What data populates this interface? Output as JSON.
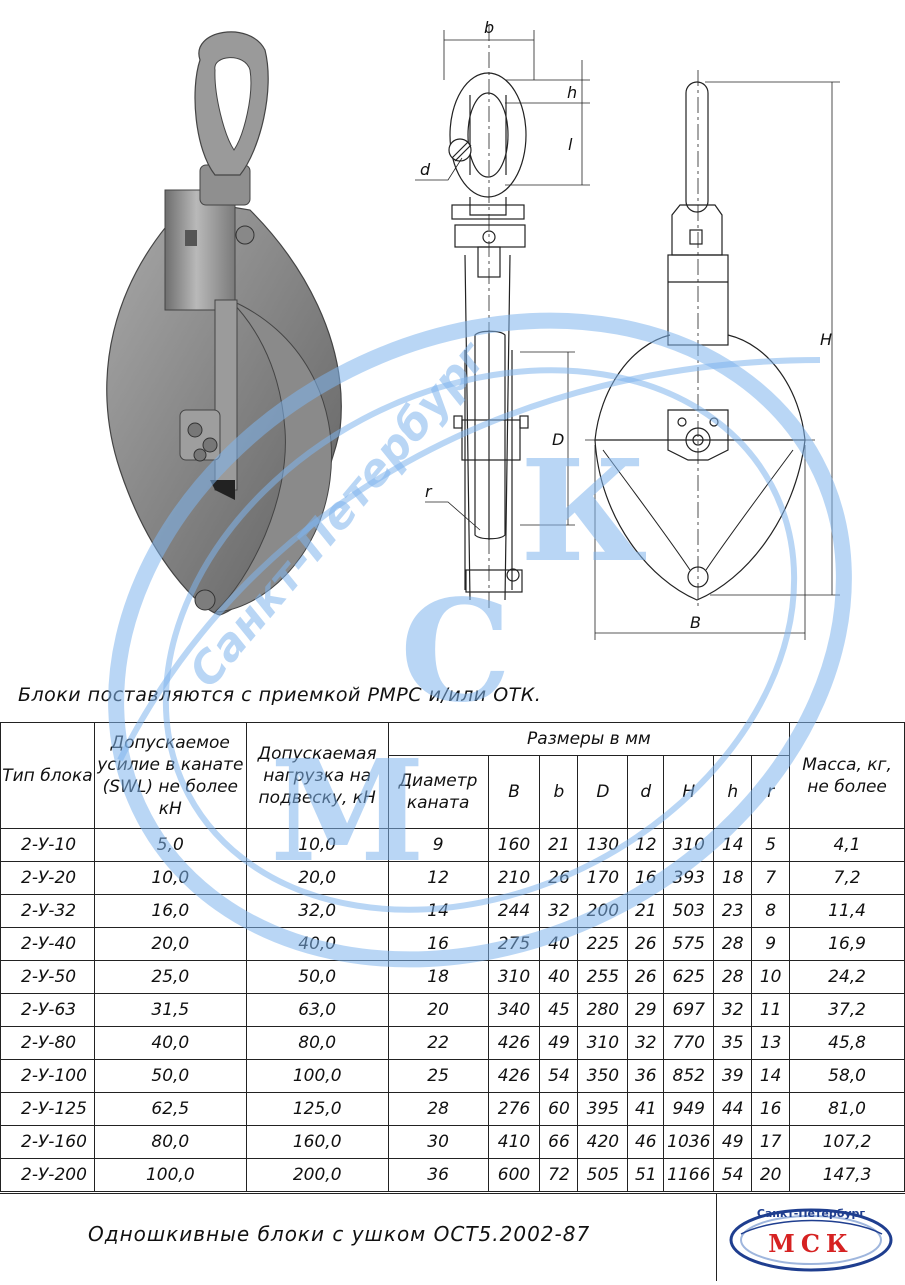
{
  "drawing": {
    "dim_b": "b",
    "dim_h": "h",
    "dim_l": "l",
    "dim_d": "d",
    "dim_D": "D",
    "dim_r": "r",
    "dim_H": "H",
    "dim_B": "B"
  },
  "watermark": {
    "city": "Санкт-Петербург",
    "letters": [
      "М",
      "С",
      "К"
    ],
    "color": "#7fb4ec"
  },
  "delivery_note": "Блоки поставляются с приемкой РМРС и/или ОТК.",
  "table": {
    "headers": {
      "type": "Тип блока",
      "swl": "Допускаемое усилие в канате (SWL) не более кН",
      "load": "Допускаемая нагрузка на подвеску, кН",
      "dims_group": "Размеры в мм",
      "rope": "Диаметр каната",
      "B": "B",
      "b": "b",
      "D": "D",
      "d": "d",
      "H": "H",
      "h": "h",
      "r": "r",
      "mass": "Масса, кг, не более"
    },
    "rows": [
      [
        "2-У-10",
        "5,0",
        "10,0",
        "9",
        "160",
        "21",
        "130",
        "12",
        "310",
        "14",
        "5",
        "4,1"
      ],
      [
        "2-У-20",
        "10,0",
        "20,0",
        "12",
        "210",
        "26",
        "170",
        "16",
        "393",
        "18",
        "7",
        "7,2"
      ],
      [
        "2-У-32",
        "16,0",
        "32,0",
        "14",
        "244",
        "32",
        "200",
        "21",
        "503",
        "23",
        "8",
        "11,4"
      ],
      [
        "2-У-40",
        "20,0",
        "40,0",
        "16",
        "275",
        "40",
        "225",
        "26",
        "575",
        "28",
        "9",
        "16,9"
      ],
      [
        "2-У-50",
        "25,0",
        "50,0",
        "18",
        "310",
        "40",
        "255",
        "26",
        "625",
        "28",
        "10",
        "24,2"
      ],
      [
        "2-У-63",
        "31,5",
        "63,0",
        "20",
        "340",
        "45",
        "280",
        "29",
        "697",
        "32",
        "11",
        "37,2"
      ],
      [
        "2-У-80",
        "40,0",
        "80,0",
        "22",
        "426",
        "49",
        "310",
        "32",
        "770",
        "35",
        "13",
        "45,8"
      ],
      [
        "2-У-100",
        "50,0",
        "100,0",
        "25",
        "426",
        "54",
        "350",
        "36",
        "852",
        "39",
        "14",
        "58,0"
      ],
      [
        "2-У-125",
        "62,5",
        "125,0",
        "28",
        "276",
        "60",
        "395",
        "41",
        "949",
        "44",
        "16",
        "81,0"
      ],
      [
        "2-У-160",
        "80,0",
        "160,0",
        "30",
        "410",
        "66",
        "420",
        "46",
        "1036",
        "49",
        "17",
        "107,2"
      ],
      [
        "2-У-200",
        "100,0",
        "200,0",
        "36",
        "600",
        "72",
        "505",
        "51",
        "1166",
        "54",
        "20",
        "147,3"
      ]
    ]
  },
  "footer": {
    "title": "Одношкивные блоки с ушком ОСТ5.2002-87",
    "logo_top": "Санкт-Петербург",
    "logo_main": "МСК",
    "logo_red": "#d62222",
    "logo_blue": "#1f3e8f"
  }
}
